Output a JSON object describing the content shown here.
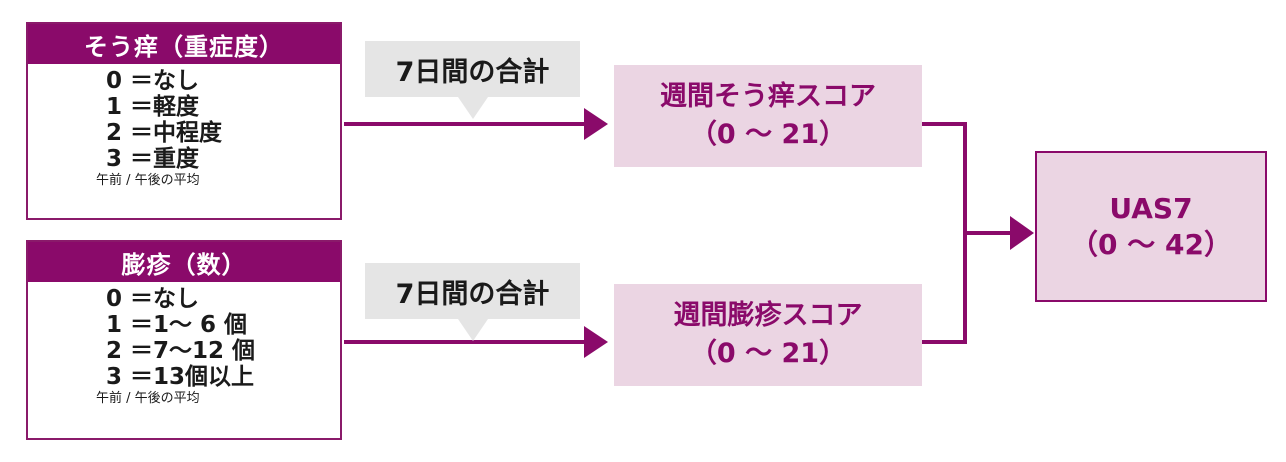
{
  "itch_card": {
    "title": "そう痒（重症度）",
    "lines": [
      "0 ＝なし",
      "1 ＝軽度",
      "2 ＝中程度",
      "3 ＝重度"
    ],
    "note": "午前 / 午後の平均"
  },
  "hives_card": {
    "title": "膨疹（数）",
    "lines": [
      "0 ＝なし",
      "1 ＝1〜 6 個",
      "2 ＝7〜12 個",
      "3 ＝13個以上"
    ],
    "note": "午前 / 午後の平均"
  },
  "callout_top": "7日間の合計",
  "callout_bottom": "7日間の合計",
  "itch_score": {
    "label": "週間そう痒スコア",
    "range": "（0 〜 21）"
  },
  "hives_score": {
    "label": "週間膨疹スコア",
    "range": "（0 〜 21）"
  },
  "result": {
    "label": "UAS7",
    "range": "（0 〜 42）"
  },
  "colors": {
    "accent": "#8a0a6a",
    "score_fill": "#ebd5e3",
    "callout_fill": "#e5e5e5"
  }
}
